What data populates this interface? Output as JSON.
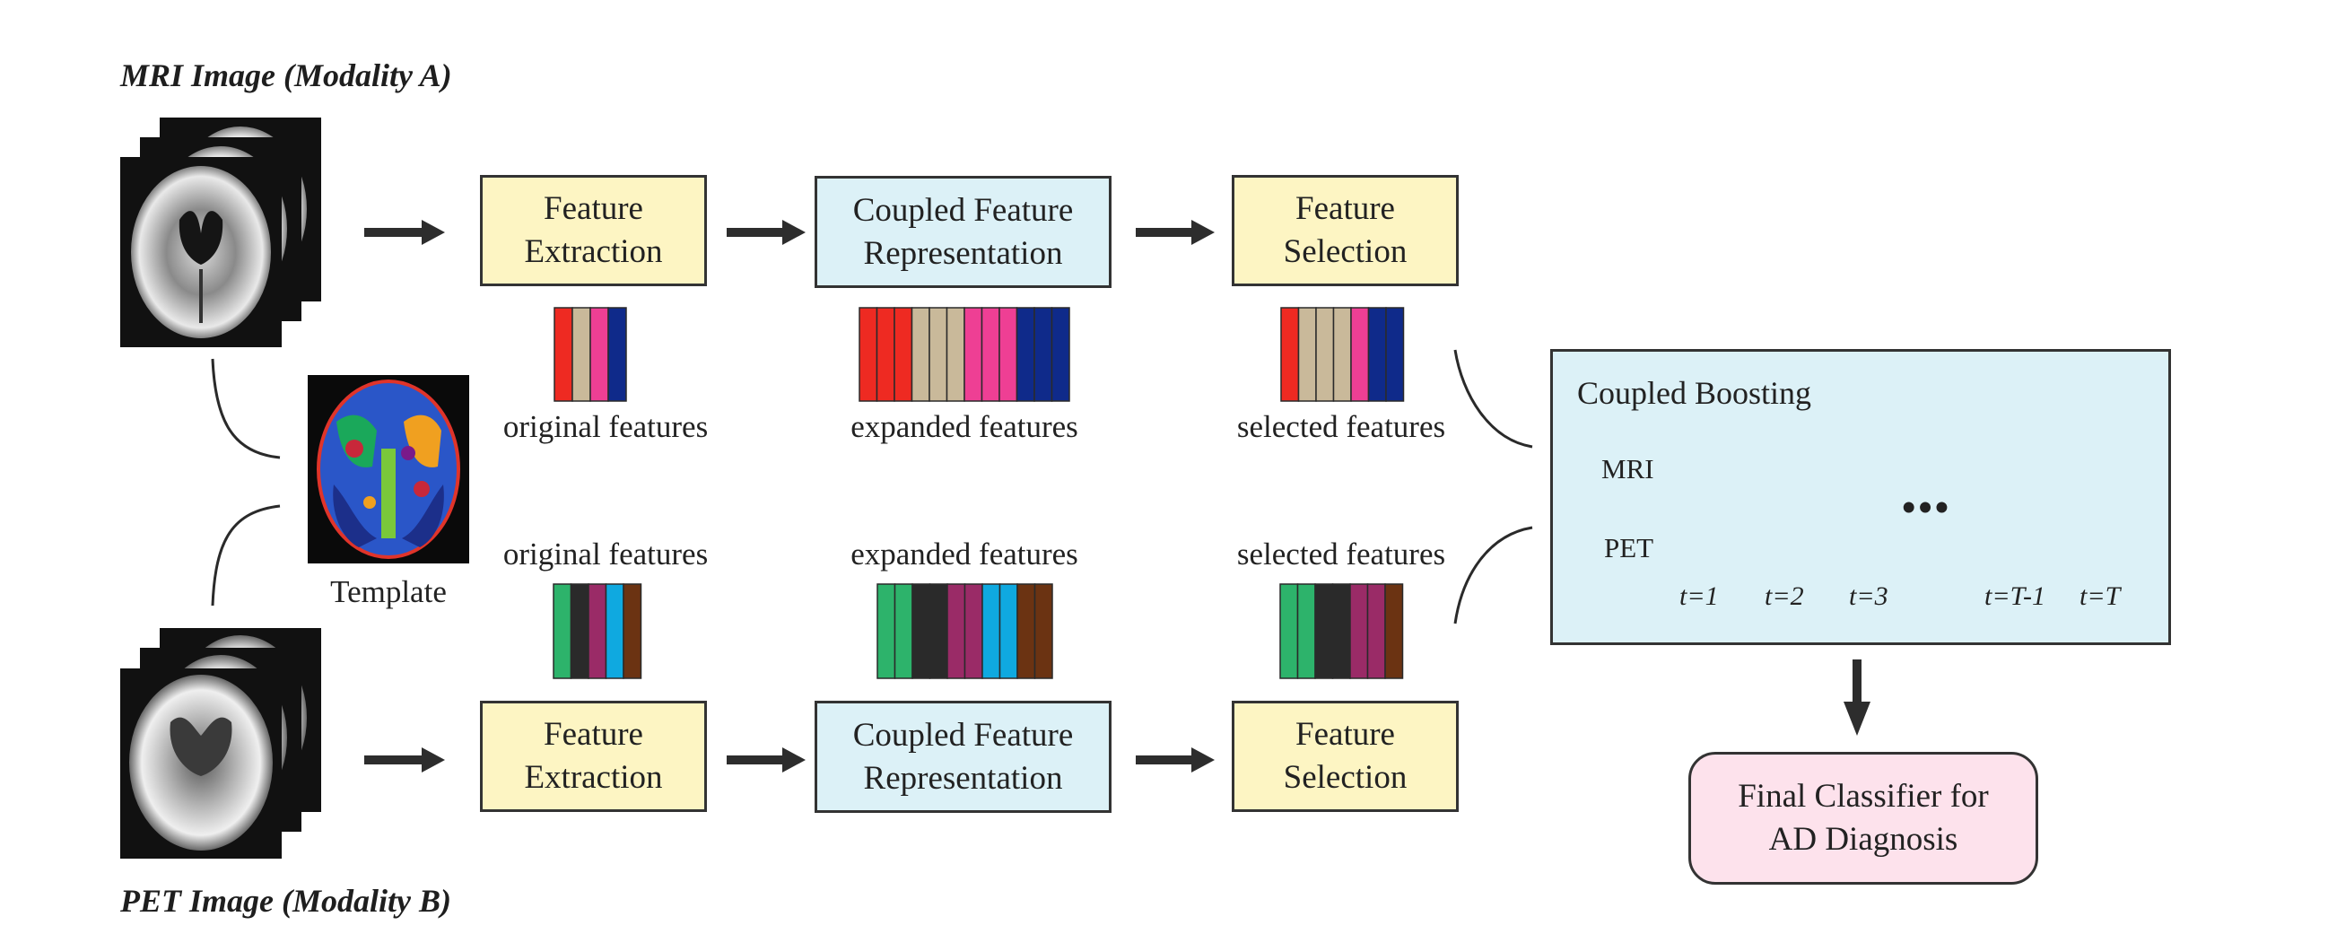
{
  "titles": {
    "mri": "MRI Image (Modality A)",
    "pet": "PET Image (Modality B)",
    "template": "Template"
  },
  "pipeline": {
    "feature_extraction": "Feature\nExtraction",
    "coupled_feature_representation": "Coupled Feature\nRepresentation",
    "feature_selection": "Feature\nSelection"
  },
  "feature_labels": {
    "original": "original features",
    "expanded": "expanded features",
    "selected": "selected features"
  },
  "coupled_boosting": {
    "title": "Coupled Boosting",
    "rows": [
      "MRI",
      "PET"
    ],
    "steps": [
      "t=1",
      "t=2",
      "t=3",
      "t=T-1",
      "t=T"
    ],
    "ellipsis": "• • •"
  },
  "final_classifier": "Final Classifier for\nAD Diagnosis",
  "colors": {
    "mri_features": {
      "original": [
        "#ee2a22",
        "#c9b99a",
        "#ee3f94",
        "#0f2a8a"
      ],
      "expanded": [
        "#ee2a22",
        "#ee2a22",
        "#ee2a22",
        "#c9b99a",
        "#c9b99a",
        "#c9b99a",
        "#ee3f94",
        "#ee3f94",
        "#ee3f94",
        "#0f2a8a",
        "#0f2a8a",
        "#0f2a8a"
      ],
      "selected": [
        "#ee2a22",
        "#c9b99a",
        "#c9b99a",
        "#c9b99a",
        "#ee3f94",
        "#0f2a8a",
        "#0f2a8a"
      ]
    },
    "pet_features": {
      "original": [
        "#2db36b",
        "#2a2a2a",
        "#9a2b67",
        "#0fa9e0",
        "#6b3312"
      ],
      "expanded": [
        "#2db36b",
        "#2db36b",
        "#2a2a2a",
        "#2a2a2a",
        "#9a2b67",
        "#9a2b67",
        "#0fa9e0",
        "#0fa9e0",
        "#6b3312",
        "#6b3312"
      ],
      "selected": [
        "#2db36b",
        "#2db36b",
        "#2a2a2a",
        "#2a2a2a",
        "#9a2b67",
        "#9a2b67",
        "#6b3312"
      ]
    },
    "mri_node": "#f9ac2b",
    "pet_node": "#4b24a3",
    "box_yellow": "#fdf5c3",
    "box_blue": "#dcf1f7",
    "box_pink": "#fde2ec"
  }
}
